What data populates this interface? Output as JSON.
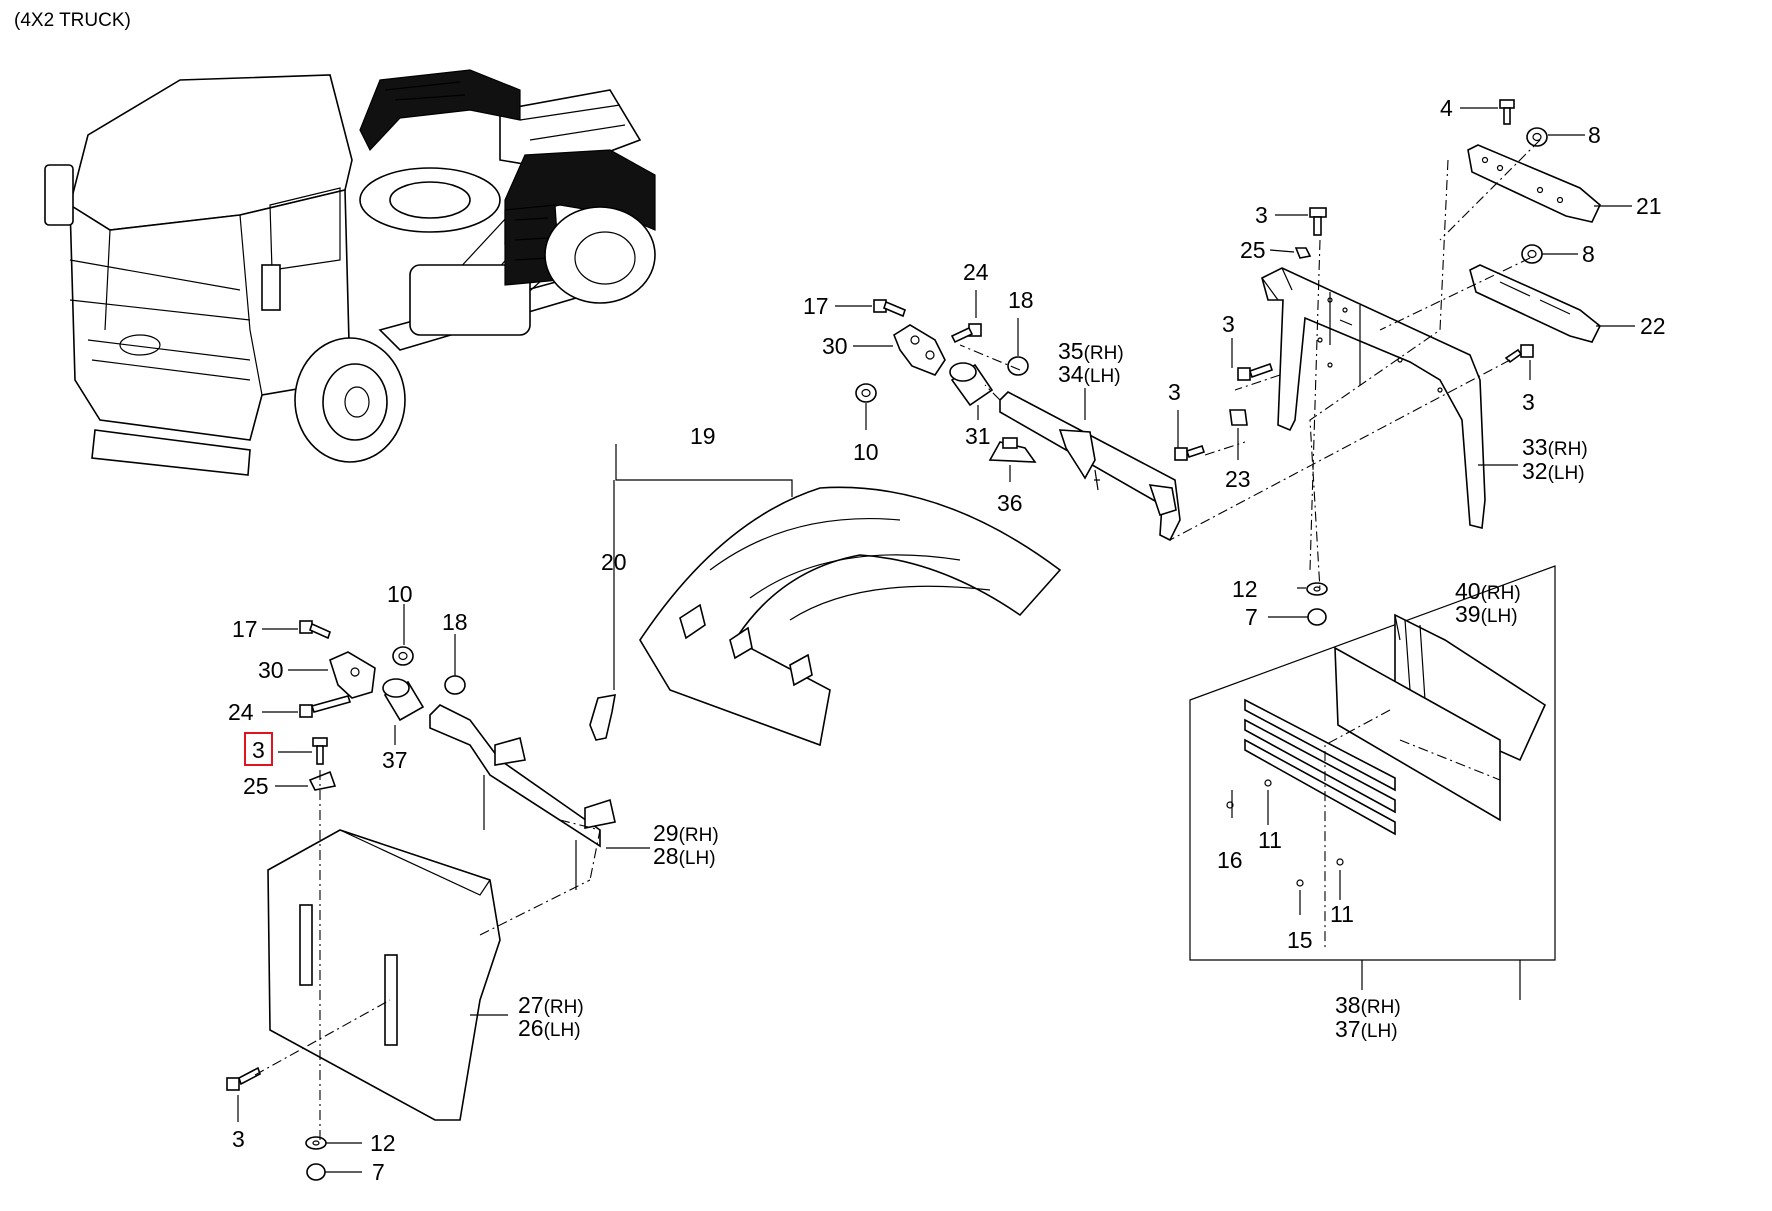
{
  "title": "(4X2 TRUCK)",
  "callouts": {
    "c4": "4",
    "c8a": "8",
    "c21": "21",
    "c3a": "3",
    "c25a": "25",
    "c8b": "8",
    "c22": "22",
    "c24a": "24",
    "c17a": "17",
    "c18a": "18",
    "c30a": "30",
    "c35": "35",
    "c34": "34",
    "c3b": "3",
    "c3c": "3",
    "c3d": "3",
    "c10a": "10",
    "c31": "31",
    "c36": "36",
    "c23": "23",
    "c33": "33",
    "c32": "32",
    "c19": "19",
    "c20": "20",
    "c12a": "12",
    "c7a": "7",
    "c40": "40",
    "c39": "39",
    "c10b": "10",
    "c17b": "17",
    "c18b": "18",
    "c30b": "30",
    "c24b": "24",
    "c3e": "3",
    "c37a": "37",
    "c25b": "25",
    "c29": "29",
    "c28": "28",
    "c16": "16",
    "c11a": "11",
    "c11b": "11",
    "c15": "15",
    "c27": "27",
    "c26": "26",
    "c38": "38",
    "c37b": "37",
    "c3f": "3",
    "c12b": "12",
    "c7b": "7"
  },
  "suffix": {
    "rh": "(RH)",
    "lh": "(LH)"
  },
  "highlighted_callout": "3"
}
